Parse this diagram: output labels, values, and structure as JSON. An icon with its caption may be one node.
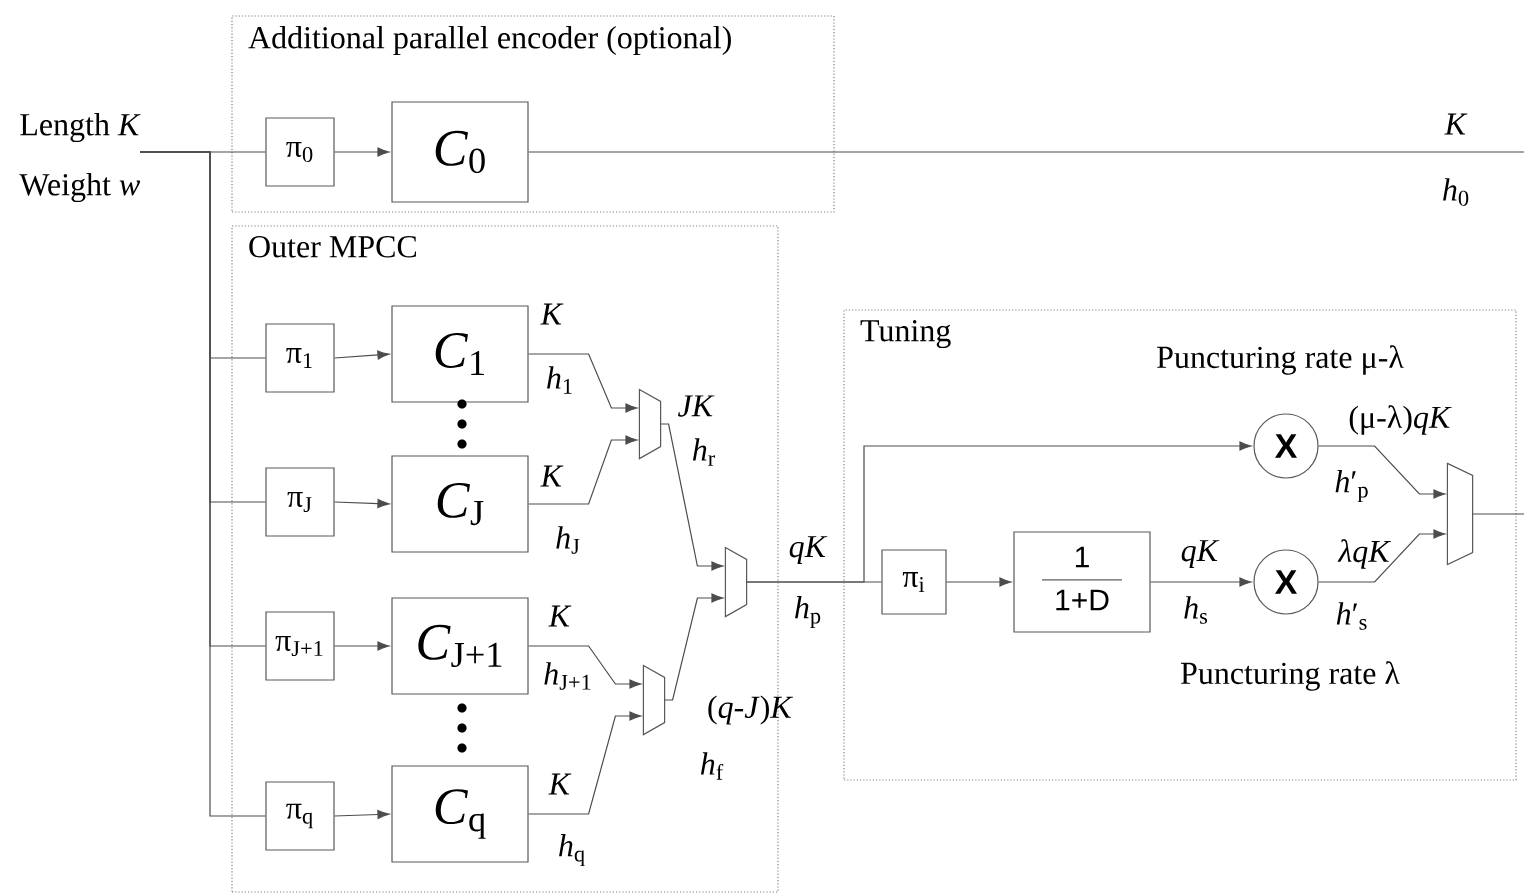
{
  "diagram": {
    "nodes": [
      {
        "text": [
          "Additional parallel encoder (optional)"
        ]
      },
      {
        "text": [
          "π$_{0}$"
        ],
        "in": 0
      },
      {
        "text": [
          "*C*$_{0}$"
        ],
        "in": 0
      },
      {
        "text": [
          "Outer MPCC"
        ]
      },
      {
        "text": [
          "π$_{1}$"
        ],
        "in": 3
      },
      {
        "text": [
          "*C*$_{1}$"
        ],
        "in": 3
      },
      {
        "text": [
          "π$_{J}$"
        ],
        "in": 3
      },
      {
        "text": [
          "*C*$_{J}$"
        ],
        "in": 3
      },
      {
        "text": [
          "π$_{J+1}$"
        ],
        "in": 3
      },
      {
        "text": [
          "*C*$_{J+1}$"
        ],
        "in": 3
      },
      {
        "text": [
          "π$_{q}$"
        ],
        "in": 3
      },
      {
        "text": [
          "*C*$_{q}$"
        ],
        "in": 3
      },
      {
        "text": [],
        "shape": "trapezoid",
        "in": 3,
        "beside": [
          "*JK*",
          "*h*$_{r}$"
        ]
      },
      {
        "text": [],
        "shape": "trapezoid",
        "in": 3,
        "beside": [
          "(*q*-*J*)*K*",
          "*h*$_{f}$"
        ]
      },
      {
        "text": [],
        "shape": "trapezoid",
        "in": 3,
        "beside": [
          "*qK*",
          "*h*$_{p}$"
        ]
      },
      {
        "text": [
          "Tuning"
        ]
      },
      {
        "text": [
          "π$_{i}$"
        ],
        "in": 15
      },
      {
        "text": [
          "1",
          "1+D"
        ],
        "in": 15
      },
      {
        "text": [
          "X"
        ],
        "in": 15,
        "beside": [
          "Puncturing rate μ-λ"
        ]
      },
      {
        "text": [
          "X"
        ],
        "in": 15,
        "beside": [
          "Puncturing rate λ"
        ]
      },
      {
        "text": [],
        "shape": "trapezoid",
        "in": 15
      },
      {
        "text": [
          "Length *K*",
          "Weight *w*"
        ]
      }
    ],
    "edges": [
      {
        "from": 21,
        "to": 1,
        "arrow": "none"
      },
      {
        "from": 1,
        "to": 2,
        "arrow": "to"
      },
      {
        "from": 2,
        "to": null,
        "arrow": "none"
      },
      {
        "from": 21,
        "to": 4,
        "arrow": "none"
      },
      {
        "from": 21,
        "to": 6,
        "arrow": "none"
      },
      {
        "from": 21,
        "to": 8,
        "arrow": "none"
      },
      {
        "from": 21,
        "to": 10,
        "arrow": "none"
      },
      {
        "from": 4,
        "to": 5,
        "arrow": "to"
      },
      {
        "from": 6,
        "to": 7,
        "arrow": "to"
      },
      {
        "from": 8,
        "to": 9,
        "arrow": "to"
      },
      {
        "from": 10,
        "to": 11,
        "arrow": "to"
      },
      {
        "from": 5,
        "to": 12,
        "arrow": "to"
      },
      {
        "from": 7,
        "to": 12,
        "arrow": "to"
      },
      {
        "from": 9,
        "to": 13,
        "arrow": "to"
      },
      {
        "from": 11,
        "to": 13,
        "arrow": "to"
      },
      {
        "from": 12,
        "to": 14,
        "arrow": "to"
      },
      {
        "from": 13,
        "to": 14,
        "arrow": "to"
      },
      {
        "from": 14,
        "to": 16,
        "arrow": "none"
      },
      {
        "from": 14,
        "to": 18,
        "arrow": "to"
      },
      {
        "from": 16,
        "to": 17,
        "arrow": "to"
      },
      {
        "from": 17,
        "to": 19,
        "arrow": "to"
      },
      {
        "from": 18,
        "to": 20,
        "arrow": "to"
      },
      {
        "from": 19,
        "to": 20,
        "arrow": "to"
      },
      {
        "from": 20,
        "to": null,
        "arrow": "none"
      }
    ],
    "labels": [
      "*K*",
      "*h*$_{0}$",
      "*K*",
      "*h*$_{1}$",
      "*K*",
      "*h*$_{J}$",
      "*K*",
      "*h*$_{J+1}$",
      "*K*",
      "*h*$_{q}$",
      "(μ-λ)*qK*",
      "*h*′$_{p}$",
      "*qK*",
      "*h*$_{s}$",
      "λqK",
      "*h*′$_{s}$"
    ]
  }
}
